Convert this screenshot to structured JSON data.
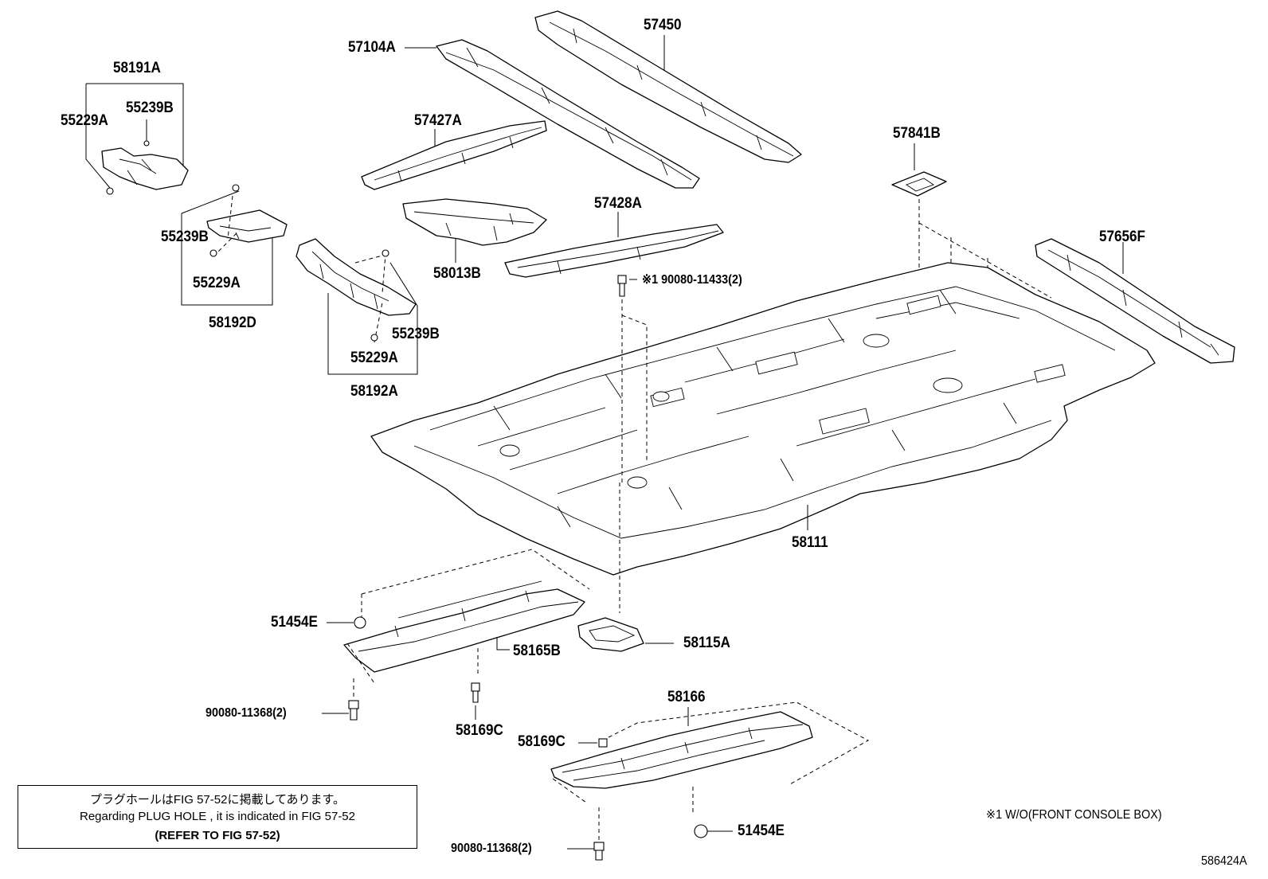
{
  "parts": {
    "p58191A": "58191A",
    "p55229A_1": "55229A",
    "p55239B_1": "55239B",
    "p55239B_2": "55239B",
    "p55229A_2": "55229A",
    "p58192D": "58192D",
    "p55239B_3": "55239B",
    "p55229A_3": "55229A",
    "p58192A": "58192A",
    "p57104A": "57104A",
    "p57450": "57450",
    "p57427A": "57427A",
    "p58013B": "58013B",
    "p57428A": "57428A",
    "p57841B": "57841B",
    "p57656F": "57656F",
    "p90080_11433": "※1 90080-11433(2)",
    "p58111": "58111",
    "p51454E_1": "51454E",
    "p58165B": "58165B",
    "p58115A": "58115A",
    "p90080_11368_1": "90080-11368(2)",
    "p58169C_1": "58169C",
    "p58166": "58166",
    "p58169C_2": "58169C",
    "p51454E_2": "51454E",
    "p90080_11368_2": "90080-11368(2)"
  },
  "notes": {
    "jp": "プラグホールはFIG 57-52に掲載してあります。",
    "en": "Regarding  PLUG  HOLE , it is indicated in FIG  57-52",
    "ref": "(REFER TO FIG 57-52)",
    "footnote": "※1 W/O(FRONT CONSOLE BOX)"
  },
  "figure_id": "586424A"
}
